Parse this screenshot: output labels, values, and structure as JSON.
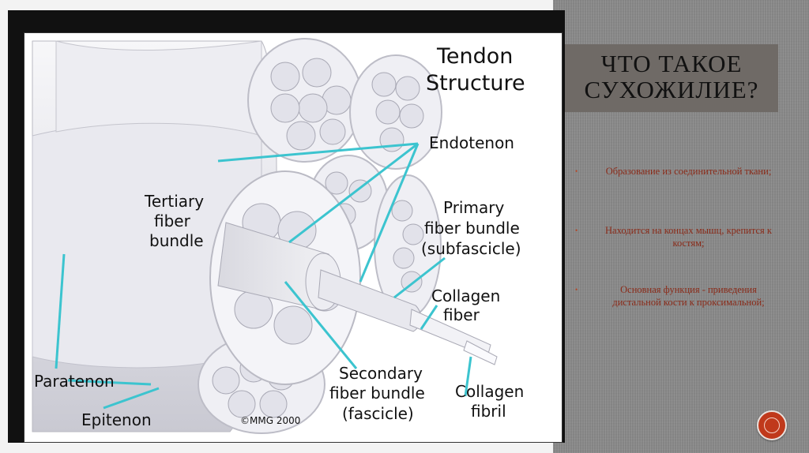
{
  "slide": {
    "title_line1": "ЧТО ТАКОЕ",
    "title_line2": "СУХОЖИЛИЕ?",
    "bullets": [
      "Образование из соединительной ткани;",
      "Находится на концах мышц, крепится к костям;",
      "Основная функция - приведения дистальной кости к проксимальной;"
    ]
  },
  "diagram": {
    "title_line1": "Tendon",
    "title_line2": "Structure",
    "labels": {
      "endotenon": "Endotenon",
      "tertiary_1": "Tertiary",
      "tertiary_2": "fiber",
      "tertiary_3": "bundle",
      "primary_1": "Primary",
      "primary_2": "fiber bundle",
      "primary_3": "(subfascicle)",
      "collagen_fiber_1": "Collagen",
      "collagen_fiber_2": "fiber",
      "secondary_1": "Secondary",
      "secondary_2": "fiber bundle",
      "secondary_3": "(fascicle)",
      "collagen_fibril_1": "Collagen",
      "collagen_fibril_2": "fibril",
      "paratenon": "Paratenon",
      "epitenon": "Epitenon",
      "copyright": "©MMG 2000"
    },
    "pointer_color": "#3cc4cf"
  }
}
